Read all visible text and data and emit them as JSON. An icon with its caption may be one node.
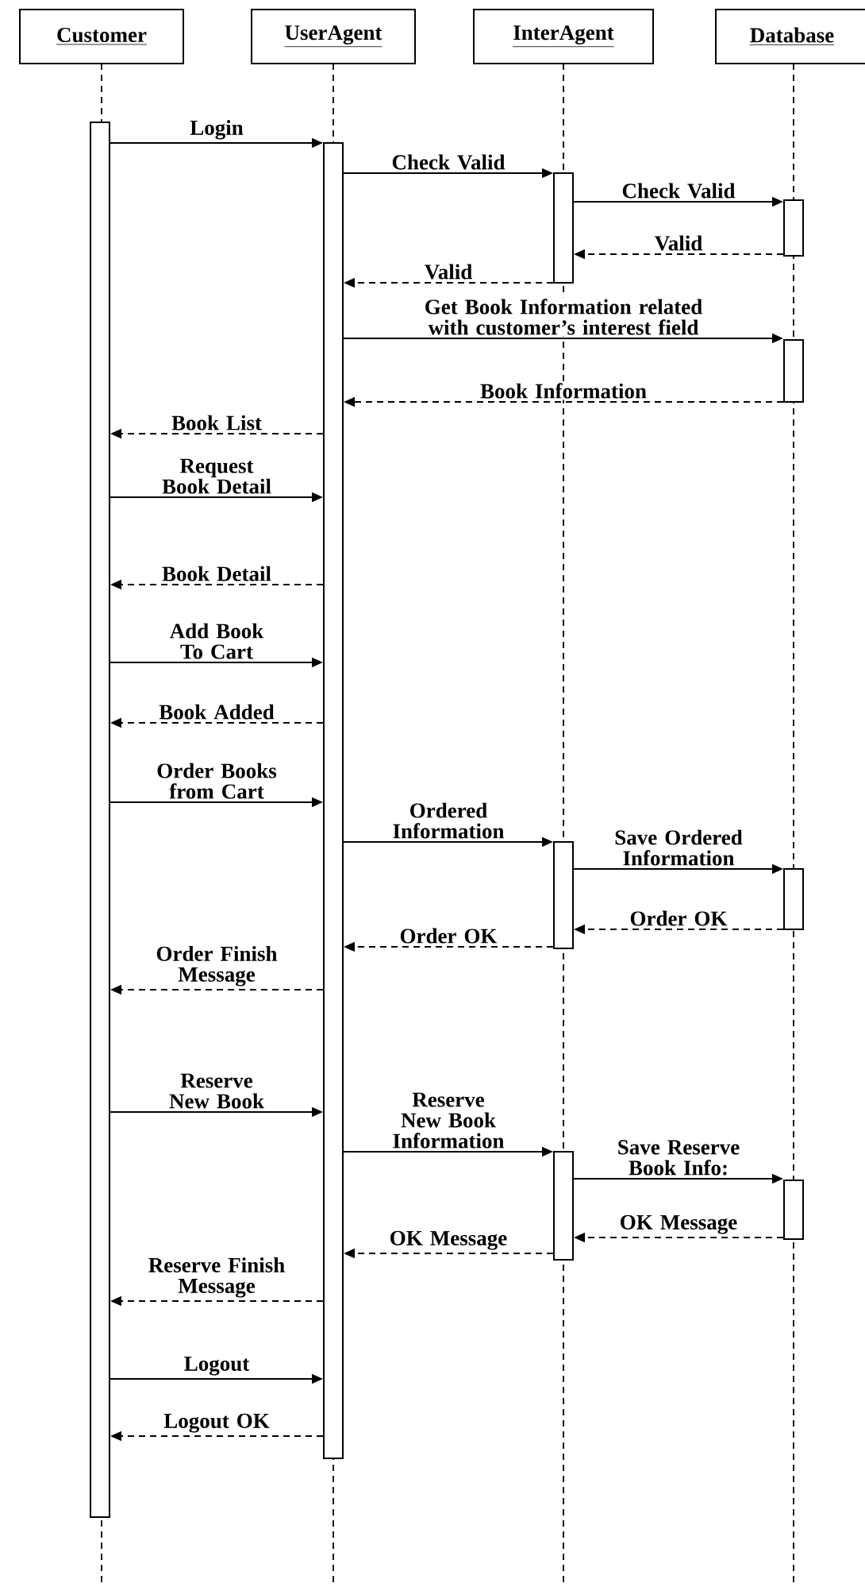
{
  "diagram": {
    "nodes": [
      {
        "text": [
          "Customer"
        ]
      },
      {
        "text": [
          "UserAgent"
        ]
      },
      {
        "text": [
          "InterAgent"
        ]
      },
      {
        "text": [
          "Database"
        ]
      },
      {
        "text": [],
        "shape": "bar"
      },
      {
        "text": [],
        "shape": "bar"
      },
      {
        "text": [],
        "shape": "bar"
      },
      {
        "text": [],
        "shape": "bar"
      },
      {
        "text": [],
        "shape": "bar"
      },
      {
        "text": [],
        "shape": "bar"
      },
      {
        "text": [],
        "shape": "bar"
      },
      {
        "text": [],
        "shape": "bar"
      },
      {
        "text": [],
        "shape": "bar"
      }
    ],
    "edges": [
      {
        "from": 4,
        "to": 5,
        "arrow": "to",
        "label": "Login"
      },
      {
        "from": 5,
        "to": 6,
        "arrow": "to",
        "label": "Check Valid"
      },
      {
        "from": 6,
        "to": 9,
        "arrow": "to",
        "label": "Check Valid"
      },
      {
        "from": 9,
        "to": 6,
        "arrow": "to",
        "label": "Valid",
        "style": "dashed"
      },
      {
        "from": 6,
        "to": 5,
        "arrow": "to",
        "label": "Valid",
        "style": "dashed"
      },
      {
        "from": 5,
        "to": 10,
        "arrow": "to",
        "label": "Get Book Information related with customer’s interest field"
      },
      {
        "from": 10,
        "to": 5,
        "arrow": "to",
        "label": "Book Information",
        "style": "dashed"
      },
      {
        "from": 5,
        "to": 4,
        "arrow": "to",
        "label": "Book List",
        "style": "dashed"
      },
      {
        "from": 4,
        "to": 5,
        "arrow": "to",
        "label": "Request Book Detail"
      },
      {
        "from": 5,
        "to": 4,
        "arrow": "to",
        "label": "Book Detail",
        "style": "dashed"
      },
      {
        "from": 4,
        "to": 5,
        "arrow": "to",
        "label": "Add Book To Cart"
      },
      {
        "from": 5,
        "to": 4,
        "arrow": "to",
        "label": "Book Added",
        "style": "dashed"
      },
      {
        "from": 4,
        "to": 5,
        "arrow": "to",
        "label": "Order Books from Cart"
      },
      {
        "from": 5,
        "to": 7,
        "arrow": "to",
        "label": "Ordered Information"
      },
      {
        "from": 7,
        "to": 11,
        "arrow": "to",
        "label": "Save Ordered Information"
      },
      {
        "from": 11,
        "to": 7,
        "arrow": "to",
        "label": "Order OK",
        "style": "dashed"
      },
      {
        "from": 7,
        "to": 5,
        "arrow": "to",
        "label": "Order OK",
        "style": "dashed"
      },
      {
        "from": 5,
        "to": 4,
        "arrow": "to",
        "label": "Order Finish Message",
        "style": "dashed"
      },
      {
        "from": 4,
        "to": 5,
        "arrow": "to",
        "label": "Reserve New Book"
      },
      {
        "from": 5,
        "to": 8,
        "arrow": "to",
        "label": "Reserve New Book Information"
      },
      {
        "from": 8,
        "to": 12,
        "arrow": "to",
        "label": "Save Reserve Book Info:"
      },
      {
        "from": 12,
        "to": 8,
        "arrow": "to",
        "label": "OK Message",
        "style": "dashed"
      },
      {
        "from": 8,
        "to": 5,
        "arrow": "to",
        "label": "OK Message",
        "style": "dashed"
      },
      {
        "from": 5,
        "to": 4,
        "arrow": "to",
        "label": "Reserve Finish Message",
        "style": "dashed"
      },
      {
        "from": 4,
        "to": 5,
        "arrow": "to",
        "label": "Logout"
      },
      {
        "from": 5,
        "to": 4,
        "arrow": "to",
        "label": "Logout OK",
        "style": "dashed"
      }
    ]
  }
}
